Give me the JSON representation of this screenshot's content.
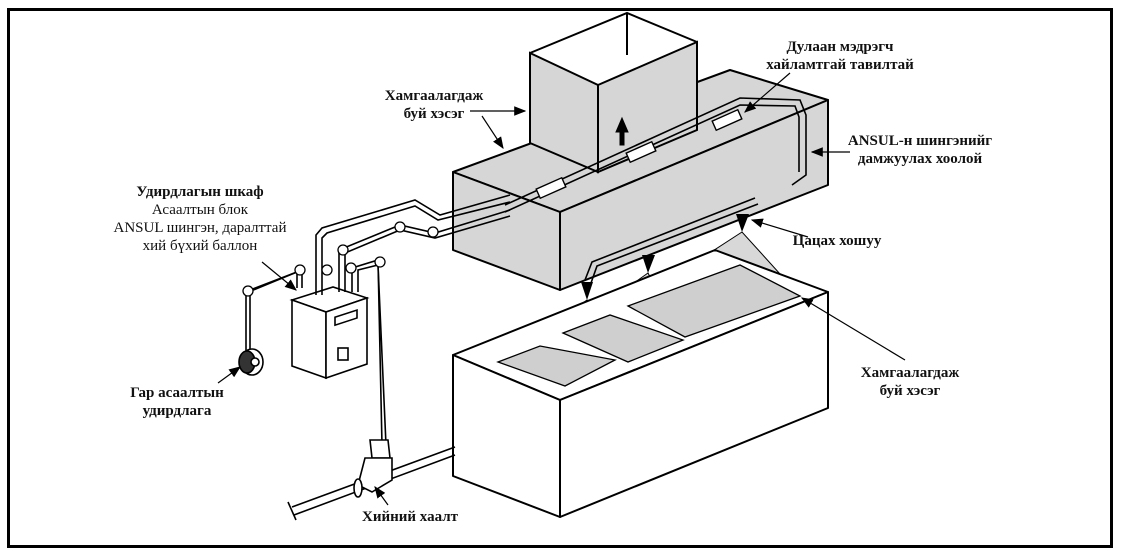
{
  "diagram": {
    "title": "ANSUL fire suppression system for kitchen hood",
    "colors": {
      "fill_gray": "#d6d6d6",
      "outline": "#000000",
      "background": "#ffffff"
    },
    "labels": {
      "protected_part_top": {
        "line1": "Хамгаалагдаж",
        "line2": "буй хэсэг"
      },
      "heat_detector": {
        "line1": "Дулаан мэдрэгч",
        "line2": "хайламтгай тавилтай"
      },
      "ansul_pipe": {
        "line1": "ANSUL-н шингэнийг",
        "line2": "дамжуулах хоолой"
      },
      "control_cabinet": {
        "line1": "Удирдлагын шкаф",
        "line2": "Асаалтын блок",
        "line3": "ANSUL шингэн, даралттай",
        "line4": "хий бүхий баллон"
      },
      "nozzle": {
        "line1": "Цацах хошуу"
      },
      "protected_part_bottom": {
        "line1": "Хамгаалагдаж",
        "line2": "буй хэсэг"
      },
      "manual_pull": {
        "line1": "Гар асаалтын",
        "line2": "удирдлага"
      },
      "gas_valve": {
        "line1": "Хийний хаалт"
      }
    }
  }
}
